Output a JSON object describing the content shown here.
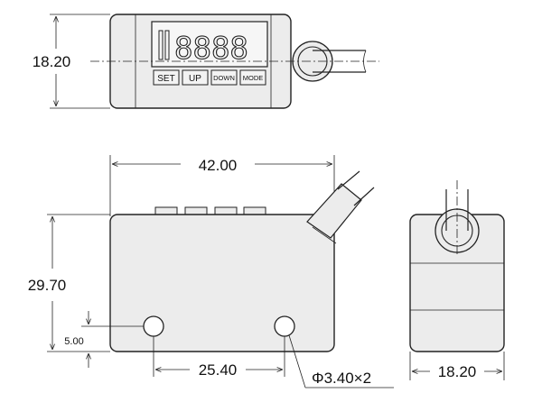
{
  "dimensions": {
    "top_height": "18.20",
    "width": "42.00",
    "front_height": "29.70",
    "hole_offset": "5.00",
    "hole_spacing": "25.40",
    "hole_callout": "Φ3.40×2",
    "side_width": "18.20"
  },
  "display": {
    "digits": "8888",
    "buttons": {
      "set": "SET",
      "up": "UP",
      "down": "DOWN",
      "mode": "MODE"
    }
  }
}
